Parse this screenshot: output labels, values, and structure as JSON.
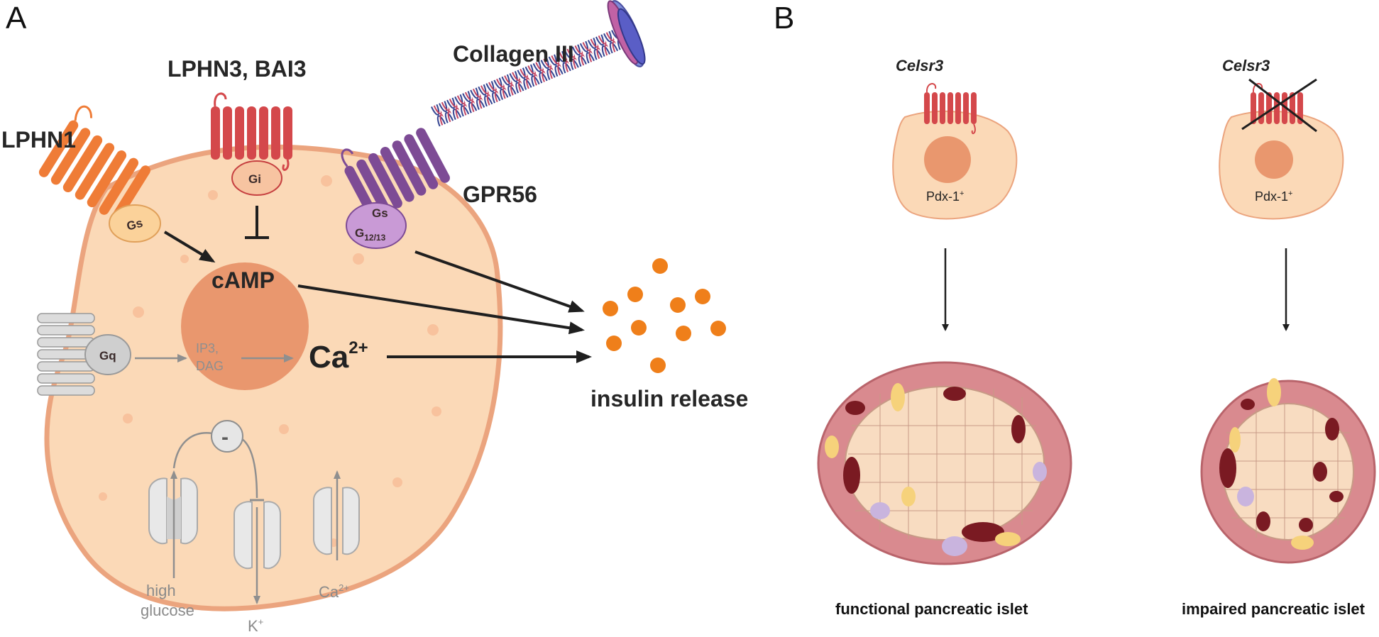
{
  "panels": {
    "a": {
      "label": "A"
    },
    "b": {
      "label": "B"
    }
  },
  "receptors": {
    "lphn1": "LPHN1",
    "lphn3_bai3": "LPHN3, BAI3",
    "collagen": "Collagen III",
    "gpr56": "GPR56"
  },
  "gproteins": {
    "gs_left": "Gs",
    "gi": "Gi",
    "gs_right": "Gs",
    "g1213_main": "G",
    "g1213_sub": "12/13",
    "gq": "Gq"
  },
  "signals": {
    "camp": "cAMP",
    "ip3": "IP3,",
    "dag": "DAG",
    "ca_main": "Ca",
    "ca_sup": "2+",
    "minus": "-"
  },
  "channels": {
    "glucose_1": "high",
    "glucose_2": "glucose",
    "k_main": "K",
    "k_sup": "+",
    "ca_main": "Ca",
    "ca_sup": "2+"
  },
  "output": {
    "insulin": "insulin release"
  },
  "panel_b": {
    "gene_left": "Celsr3",
    "gene_right": "Celsr3",
    "pdx_left_main": "Pdx-1",
    "pdx_left_sup": "+",
    "pdx_right_main": "Pdx-1",
    "pdx_right_sup": "+",
    "caption_left": "functional pancreatic islet",
    "caption_right": "impaired pancreatic islet"
  },
  "colors": {
    "cell_fill": "#fbd9b7",
    "cell_outline": "#eba47e",
    "nucleus": "#e9976e",
    "lphn1": "#ef7c37",
    "lphn3": "#d4484b",
    "gpr56": "#7d4b95",
    "collagen_a": "#2e3f8e",
    "collagen_b": "#c2405f",
    "gq": "#b9b9b9",
    "insulin": "#ef7f1a",
    "arrow": "#1f1f1f"
  }
}
